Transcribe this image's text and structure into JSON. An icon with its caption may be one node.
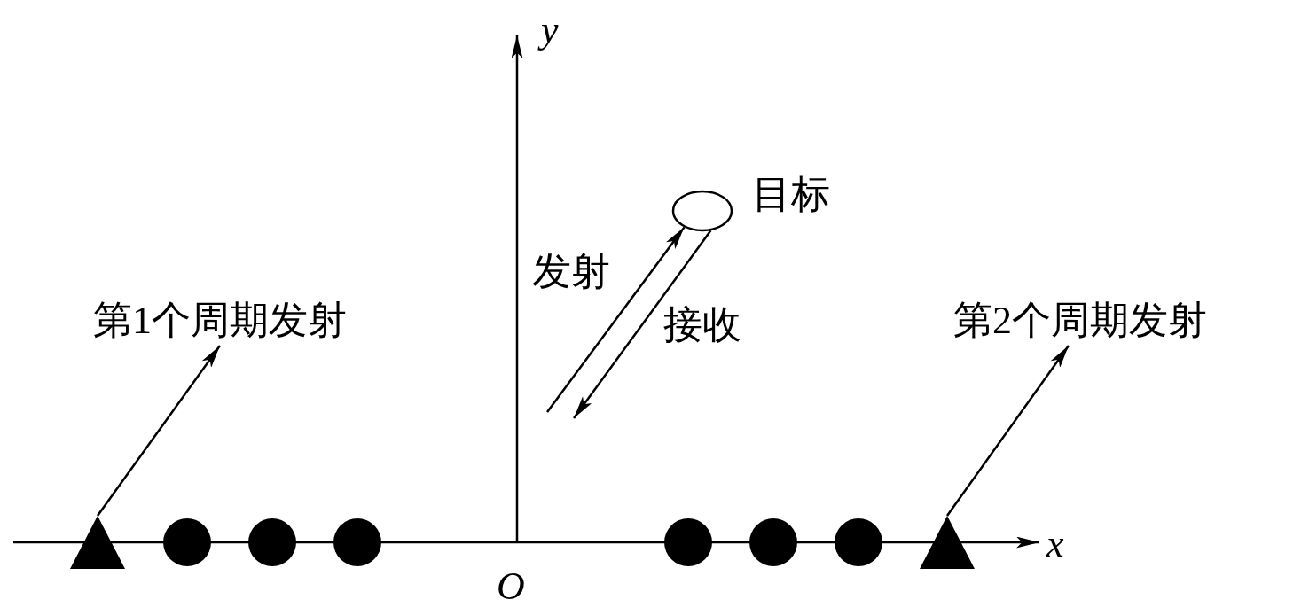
{
  "diagram": {
    "nodes": [
      {
        "text": [],
        "shape": "ellipse",
        "beside": [
          "目标"
        ]
      },
      {
        "text": [],
        "shape": "triangle"
      },
      {
        "text": [],
        "shape": "circle"
      },
      {
        "text": [],
        "shape": "circle"
      },
      {
        "text": [],
        "shape": "circle"
      },
      {
        "text": [],
        "shape": "circle"
      },
      {
        "text": [],
        "shape": "circle"
      },
      {
        "text": [],
        "shape": "circle"
      },
      {
        "text": [],
        "shape": "triangle"
      }
    ],
    "edges": [
      {
        "from": 1,
        "to": null,
        "arrow": "to",
        "label": "第1个周期发射"
      },
      {
        "from": null,
        "to": 0,
        "arrow": "to",
        "label": "发射"
      },
      {
        "from": 0,
        "to": null,
        "arrow": "to",
        "label": "接收"
      },
      {
        "from": 8,
        "to": null,
        "arrow": "to",
        "label": "第2个周期发射"
      }
    ],
    "labels": [
      "y",
      "x",
      "O"
    ]
  }
}
